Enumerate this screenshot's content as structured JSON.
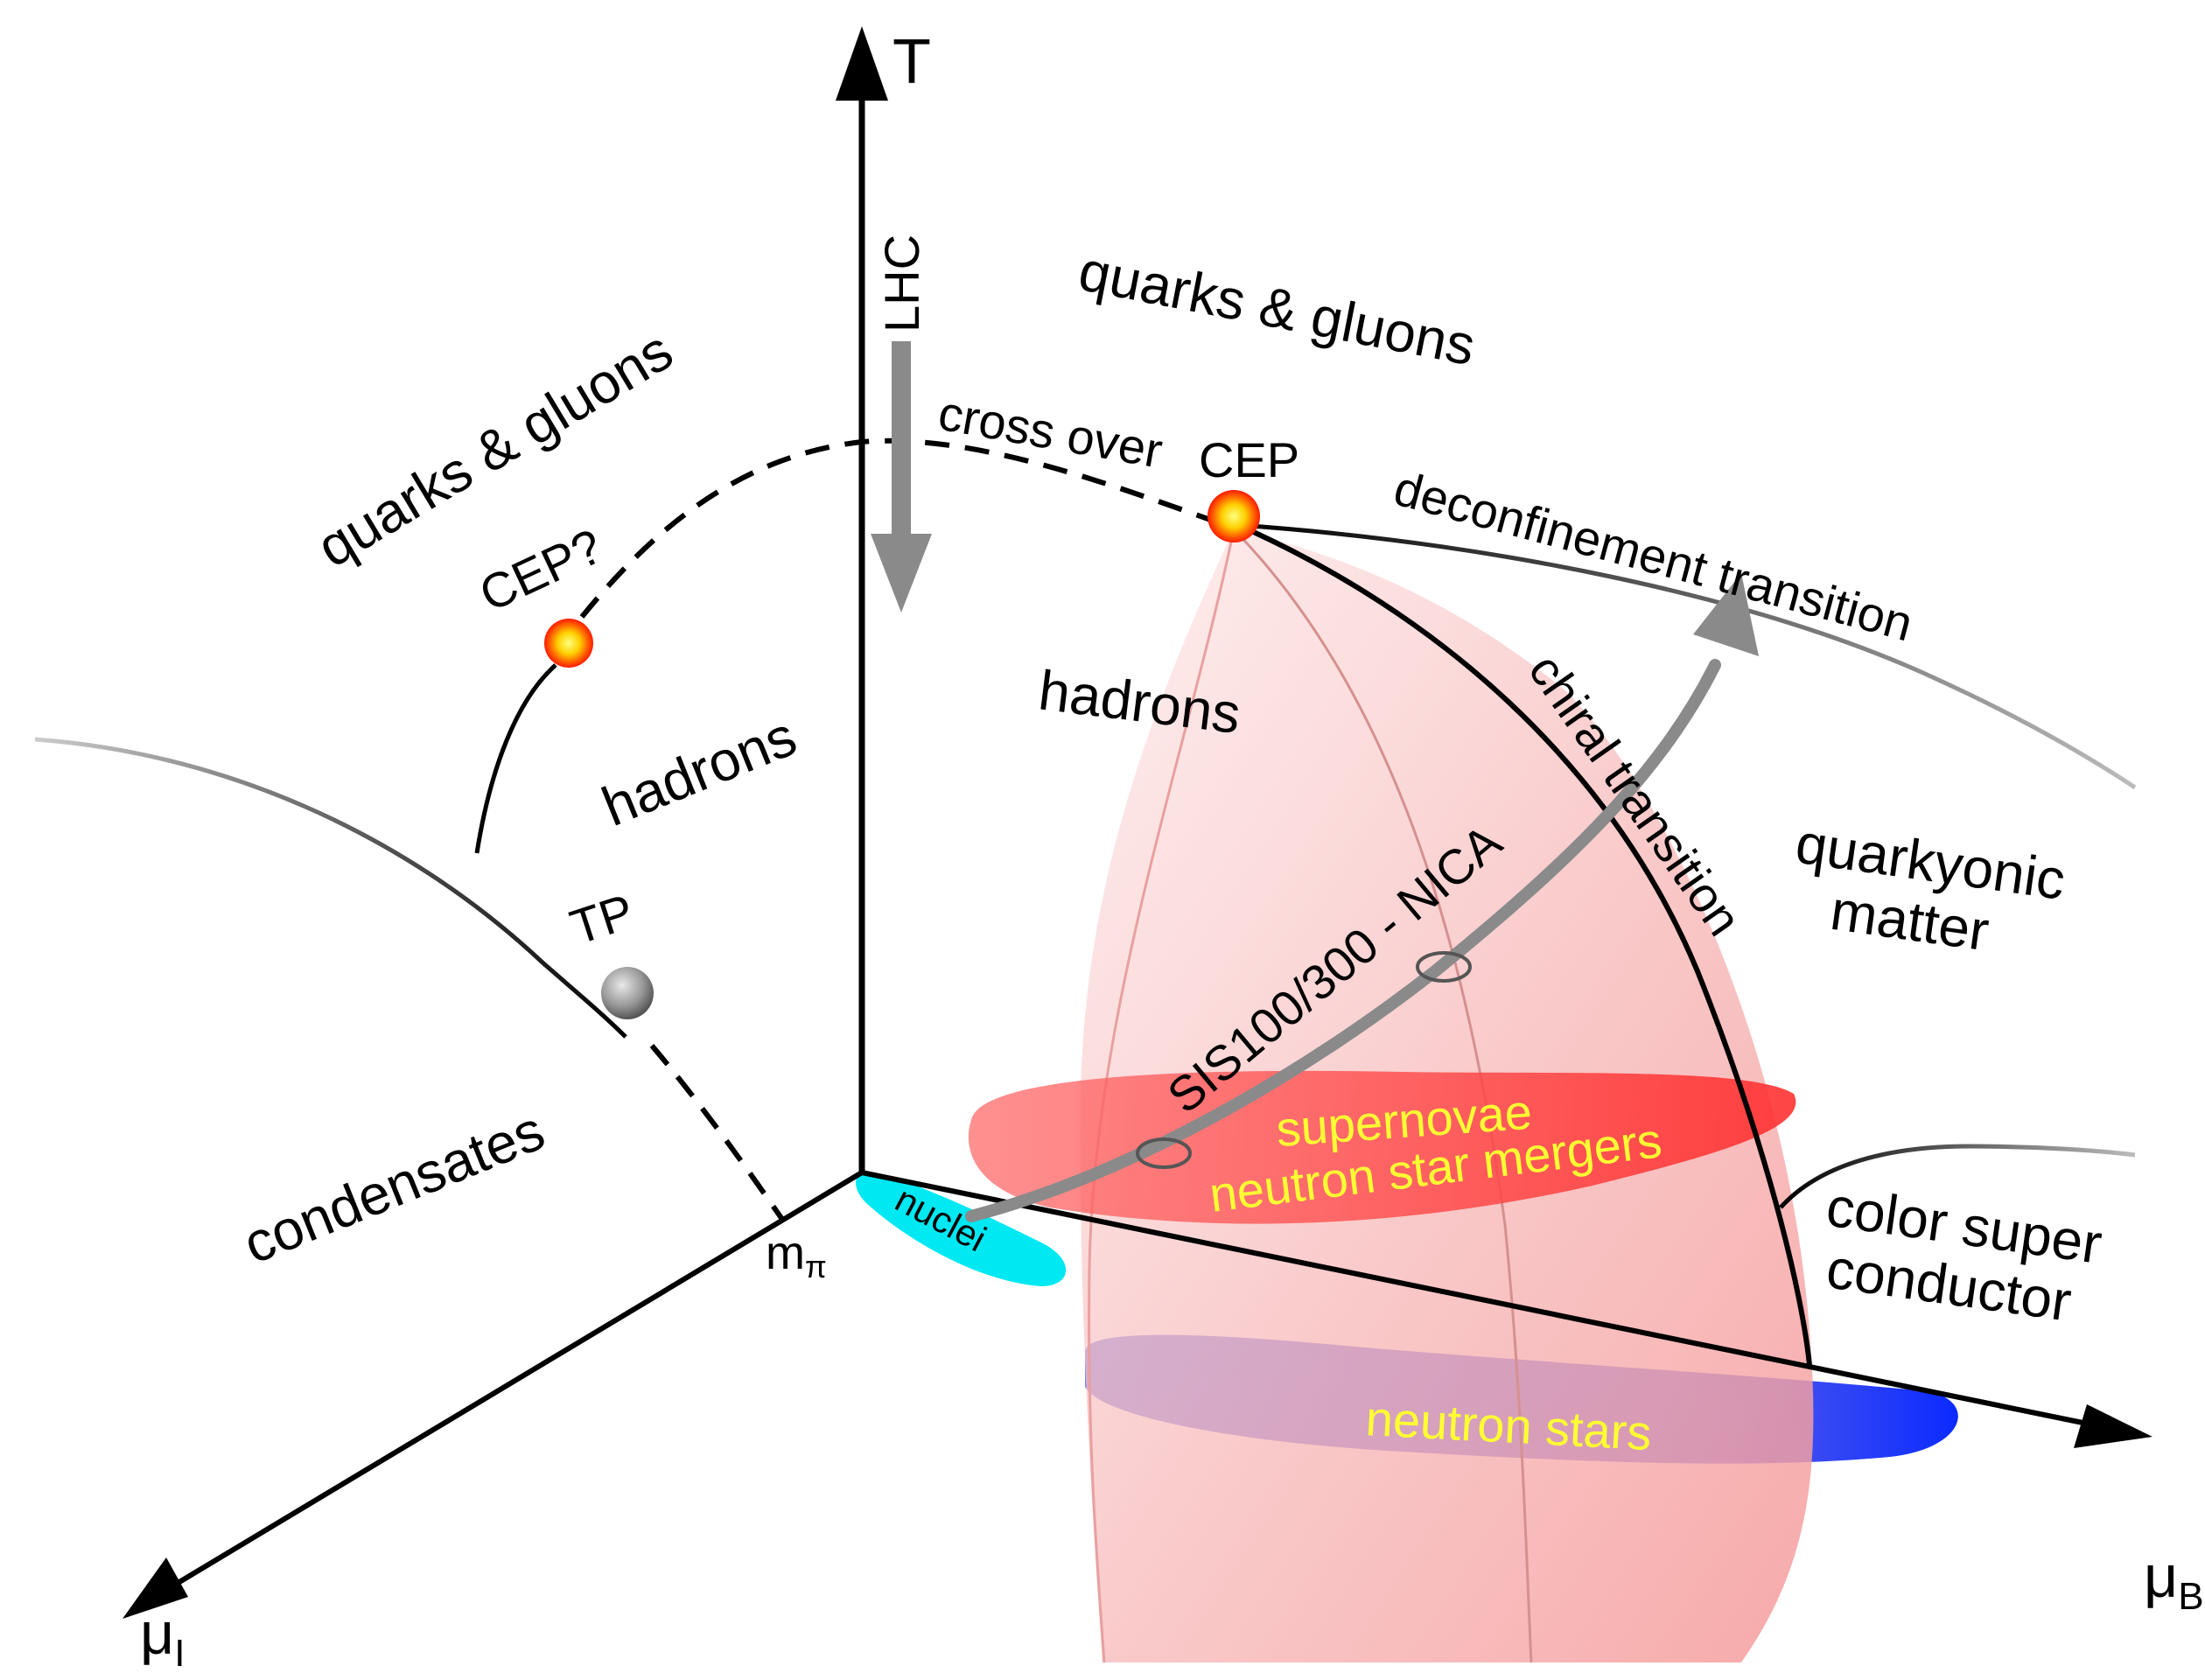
{
  "axes": {
    "t": "T",
    "mu_i": "μ",
    "mu_i_sub": "I",
    "mu_b": "μ",
    "mu_b_sub": "B",
    "m_pi": "m",
    "m_pi_sub": "π"
  },
  "labels": {
    "qg_left": "quarks & gluons",
    "qg_right": "quarks & gluons",
    "hadrons_left": "hadrons",
    "hadrons_right": "hadrons",
    "condensates": "condensates",
    "cep_question": "CEP?",
    "cep": "CEP",
    "tp": "TP",
    "lhc": "LHC",
    "cross_over": "cross over",
    "deconfinement": "deconfinement transition",
    "chiral": "chiral transition",
    "quarkyonic_1": "quarkyonic",
    "quarkyonic_2": "matter",
    "csc_1": "color super",
    "csc_2": "conductor",
    "sis_nica": "SIS100/300 - NICA",
    "supernovae": "supernovae",
    "ns_mergers": "neutron star mergers",
    "neutron_stars": "neutron stars",
    "nuclei": "nuclei"
  },
  "colors": {
    "axis": "#000000",
    "arrow_gray": "#8a8a8a",
    "cep_fill": "#ffd700",
    "cep_ring": "#ff2a00",
    "tp_fill": "#9a9a9a",
    "pink_surface": "#f6a8a8",
    "supernovae_band": "#ff5a5a",
    "neutron_star_band": "#1a3cff",
    "nuclei_band": "#00e5f0",
    "highlight_text": "#ffff33"
  }
}
